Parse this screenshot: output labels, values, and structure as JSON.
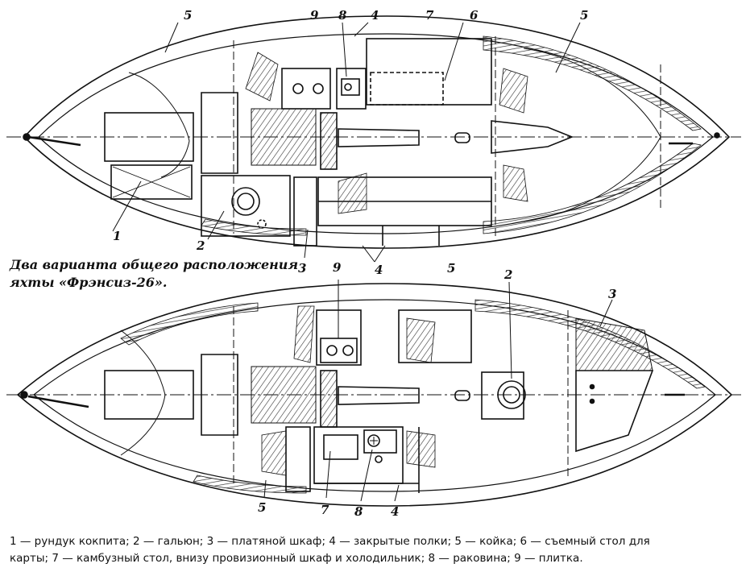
{
  "caption": {
    "line1": "Два варианта общего расположения",
    "line2": "яхты «Фрэнсиз-26»."
  },
  "legend": {
    "line1": "1 — рундук кокпита; 2 — гальюн; 3 — платяной шкаф; 4 — закрытые полки; 5 — койка; 6 — съемный стол для",
    "line2": "карты; 7 — камбузный стол, внизу провизионный шкаф и холодильник; 8 — раковина; 9 — плитка."
  },
  "callouts": {
    "top": {
      "c5_left": "5",
      "c9": "9",
      "c8": "8",
      "c4": "4",
      "c7": "7",
      "c6": "6",
      "c5_right": "5",
      "c1": "1",
      "c2": "2",
      "c3": "3",
      "c4_bottom": "4",
      "c5_bottom": "5"
    },
    "bottom": {
      "c9": "9",
      "c2": "2",
      "c3": "3",
      "c5": "5",
      "c7": "7",
      "c8": "8",
      "c4": "4"
    }
  },
  "colors": {
    "ink": "#111111",
    "paper": "#ffffff",
    "hatch": "#555555"
  }
}
